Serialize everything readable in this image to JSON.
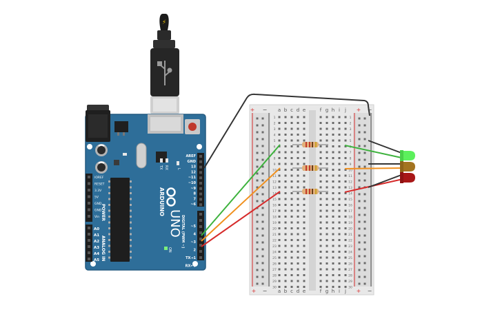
{
  "arduino": {
    "brand": "ARDUINO",
    "model": "UNO",
    "on_label": "ON",
    "tx_label": "TX",
    "rx_label": "RX",
    "l_label": "L",
    "power_label": "POWER",
    "analog_label": "ANALOG IN",
    "digital_label": "DIGITAL (PWM ~)",
    "power_pins": [
      "IOREF",
      "RESET",
      "3.3V",
      "5V",
      "GND",
      "GND",
      "Vin"
    ],
    "analog_pins": [
      "A0",
      "A1",
      "A2",
      "A3",
      "A4",
      "A5"
    ],
    "digital_pins": [
      "AREF",
      "GND",
      "13",
      "12",
      "~11",
      "~10",
      "~9",
      "8",
      "7",
      "~6",
      "~5",
      "4",
      "~3",
      "2",
      "TX→1",
      "RX←0"
    ]
  },
  "breadboard": {
    "columns_left": [
      "a",
      "b",
      "c",
      "d",
      "e"
    ],
    "columns_right": [
      "f",
      "g",
      "h",
      "i",
      "j"
    ],
    "rows": 30,
    "plus": "+",
    "minus": "−"
  },
  "colors": {
    "board": "#2e6e99",
    "board_dark": "#245a80",
    "breadboard": "#e8e8e8",
    "wire_green": "#3db23d",
    "wire_orange": "#f0901e",
    "wire_red": "#d62b2b",
    "wire_black": "#333333",
    "led_green": "#5cf05c",
    "led_yellow": "#a37420",
    "led_red": "#a81717"
  }
}
